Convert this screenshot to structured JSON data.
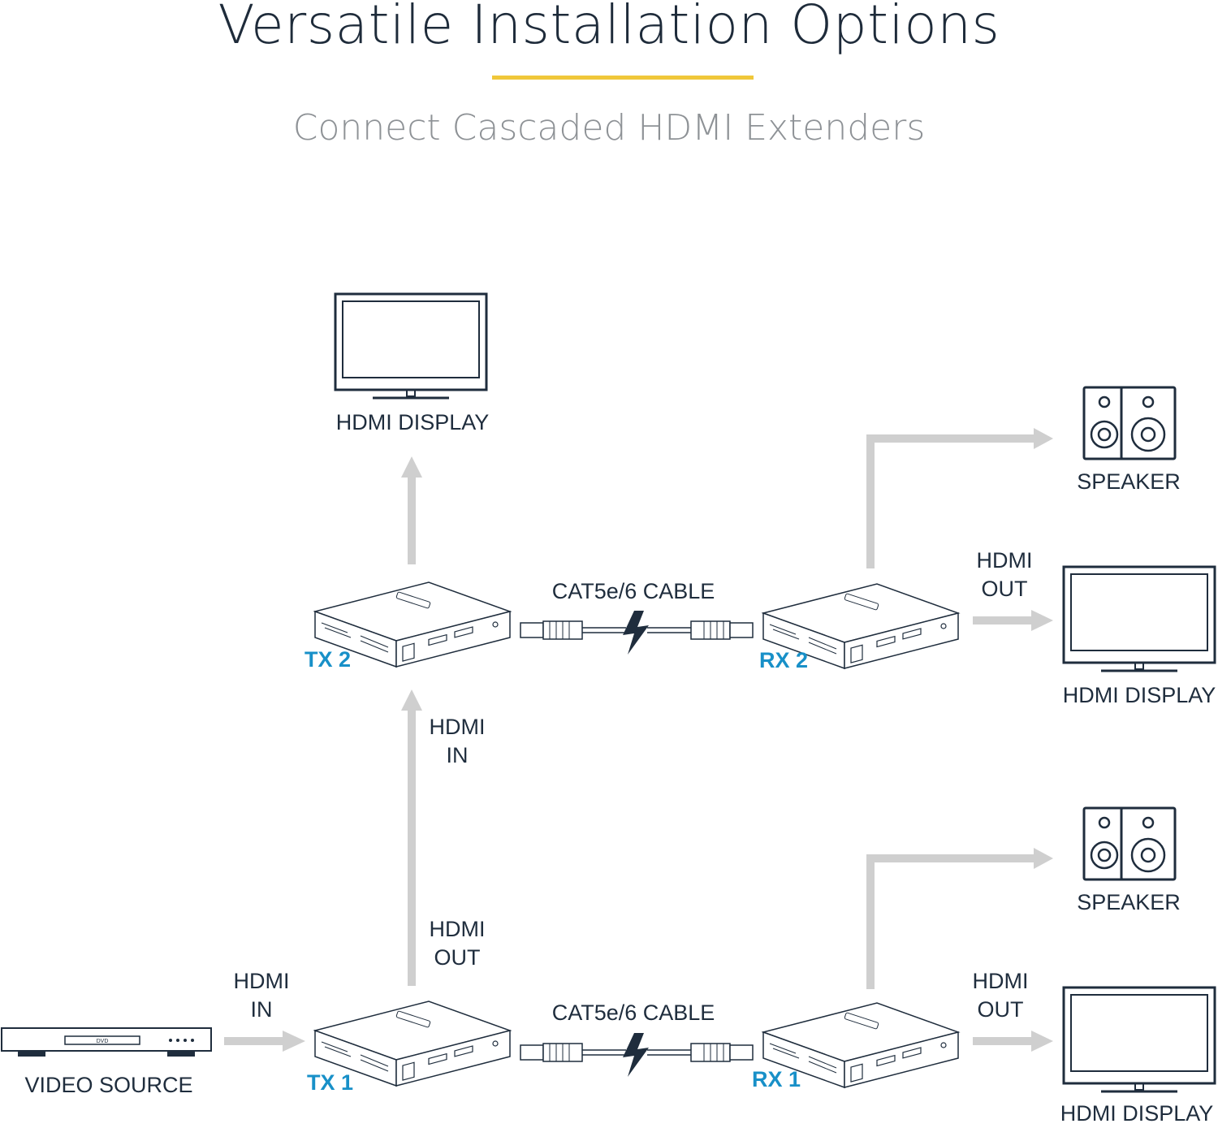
{
  "header": {
    "title": "Versatile Installation Options",
    "subtitle": "Connect Cascaded HDMI Extenders"
  },
  "units": {
    "tx2": "TX 2",
    "rx2": "RX 2",
    "tx1": "TX 1",
    "rx1": "RX 1"
  },
  "labels": {
    "top_display": "HDMI DISPLAY",
    "cable_top": "CAT5e/6 CABLE",
    "cable_bottom": "CAT5e/6 CABLE",
    "speaker_top": "SPEAKER",
    "speaker_bottom": "SPEAKER",
    "rx2_out_line1": "HDMI",
    "rx2_out_line2": "OUT",
    "rx2_display": "HDMI DISPLAY",
    "tx2_in_line1": "HDMI",
    "tx2_in_line2": "IN",
    "tx1_out_line1": "HDMI",
    "tx1_out_line2": "OUT",
    "src_in_line1": "HDMI",
    "src_in_line2": "IN",
    "video_source": "VIDEO SOURCE",
    "rx1_out_line1": "HDMI",
    "rx1_out_line2": "OUT",
    "rx1_display": "HDMI DISPLAY",
    "dvd_text": "DVD"
  },
  "colors": {
    "accent_bar": "#f0c73a",
    "unit_label": "#1890c8",
    "arrow": "#cfcfcf",
    "line_art": "#1f2d3d"
  }
}
